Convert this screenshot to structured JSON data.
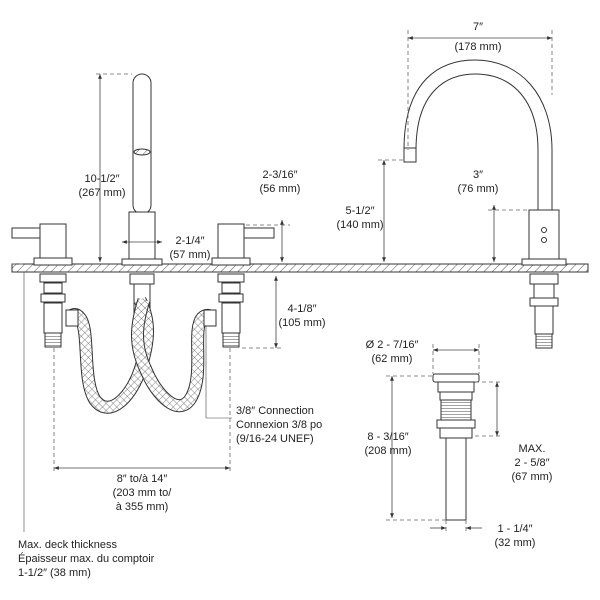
{
  "drawing": {
    "spout_width": {
      "in": "7″",
      "mm": "(178 mm)"
    },
    "faucet_height": {
      "in": "10-1/2″",
      "mm": "(267 mm)"
    },
    "handle_height": {
      "in": "2-3/16″",
      "mm": "(56 mm)"
    },
    "base_diameter": {
      "in": "2-1/4″",
      "mm": "(57 mm)"
    },
    "spout_clearance": {
      "in": "5-1/2″",
      "mm": "(140 mm)"
    },
    "spout_base_height": {
      "in": "3″",
      "mm": "(76 mm)"
    },
    "shank_length": {
      "in": "4-1/8″",
      "mm": "(105 mm)"
    },
    "connection": {
      "line1": "3/8″ Connection",
      "line2": "Connexion 3/8 po",
      "line3": "(9/16-24 UNEF)"
    },
    "spread": {
      "line1": "8″ to/à 14″",
      "line2": "(203 mm to/",
      "line3": "à 355 mm)"
    },
    "deck": {
      "line1": "Max. deck thickness",
      "line2": "Épaisseur max. du comptoir",
      "line3": "1-1/2″ (38 mm)"
    },
    "drain_diameter": {
      "in": "Ø 2 - 7/16″",
      "mm": "(62 mm)"
    },
    "drain_height": {
      "in": "8 - 3/16″",
      "mm": "(208 mm)"
    },
    "drain_max": {
      "line1": "MAX.",
      "line2": "2 - 5/8″",
      "line3": "(67 mm)"
    },
    "tailpiece": {
      "in": "1 - 1/4″",
      "mm": "(32 mm)"
    }
  }
}
